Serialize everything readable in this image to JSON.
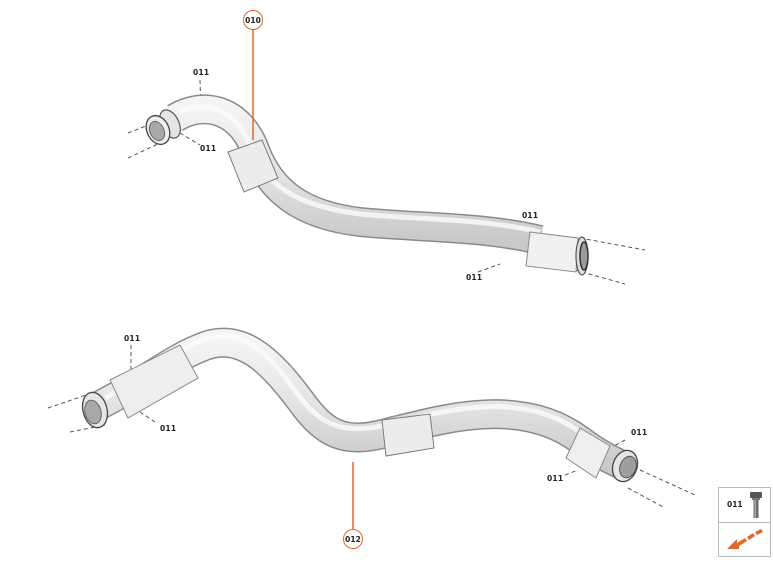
{
  "diagram": {
    "type": "exploded parts view",
    "accent_color": "#e06a2c",
    "callouts": [
      {
        "id": "010",
        "label": "010",
        "part": "upper pipe"
      },
      {
        "id": "012",
        "label": "012",
        "part": "lower pipe"
      }
    ],
    "fastener_labels": {
      "upper_left_top": "011",
      "upper_left_bottom": "011",
      "upper_right_top": "011",
      "upper_right_bottom": "011",
      "lower_left_top": "011",
      "lower_left_bottom": "011",
      "lower_right_top": "011",
      "lower_right_bottom": "011"
    },
    "legend": {
      "part_number": "011",
      "part_icon": "bolt-icon",
      "direction_icon": "orange-arrow-icon"
    }
  }
}
